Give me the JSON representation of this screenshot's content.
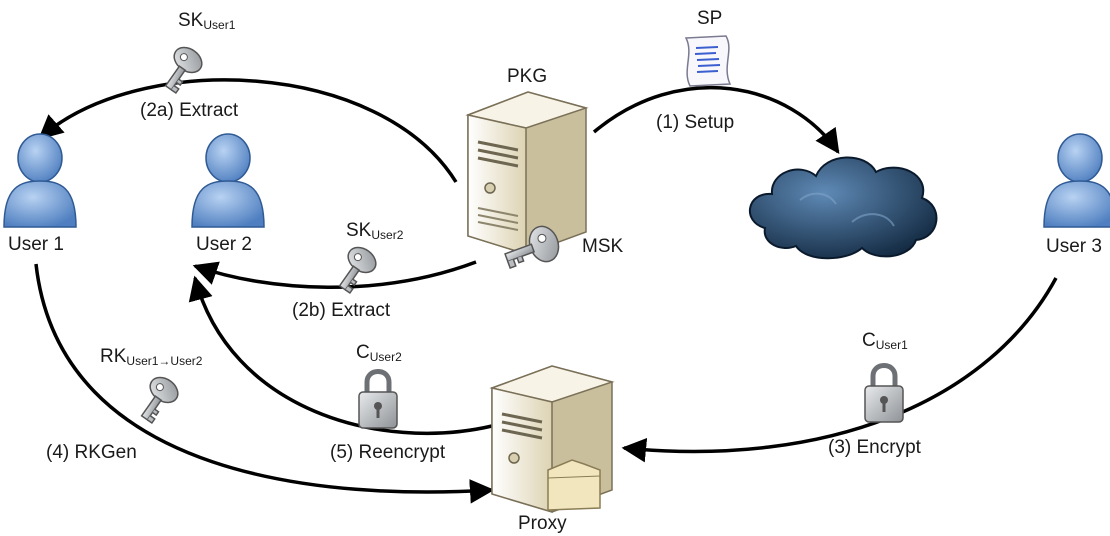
{
  "nodes": {
    "user1": "User 1",
    "user2": "User 2",
    "user3": "User 3",
    "pkg": "PKG",
    "proxy": "Proxy",
    "sp": "SP",
    "msk": "MSK"
  },
  "steps": {
    "setup": "(1) Setup",
    "extract_a": "(2a) Extract",
    "extract_b": "(2b) Extract",
    "encrypt": "(3) Encrypt",
    "rkgen": "(4) RKGen",
    "reencrypt": "(5) Reencrypt"
  },
  "keys": {
    "sk_user1": {
      "base": "SK",
      "sub": "User1"
    },
    "sk_user2": {
      "base": "SK",
      "sub": "User2"
    },
    "rk": {
      "base": "RK",
      "sub": "User1→User2"
    },
    "c_user1": {
      "base": "C",
      "sub": "User1"
    },
    "c_user2": {
      "base": "C",
      "sub": "User2"
    }
  },
  "colors": {
    "user_fill": "#6f9ad3",
    "user_stroke": "#2f5a94",
    "cloud_fill": "#1e3d5e",
    "server_fill": "#f1ebd7",
    "metal": "#b9bcc0",
    "arrow": "#000000"
  },
  "icons": {
    "user": "person-icon",
    "server": "server-icon",
    "key": "key-icon",
    "lock": "padlock-icon",
    "cloud": "cloud-icon",
    "scroll": "scroll-icon",
    "folder": "folder-icon"
  }
}
